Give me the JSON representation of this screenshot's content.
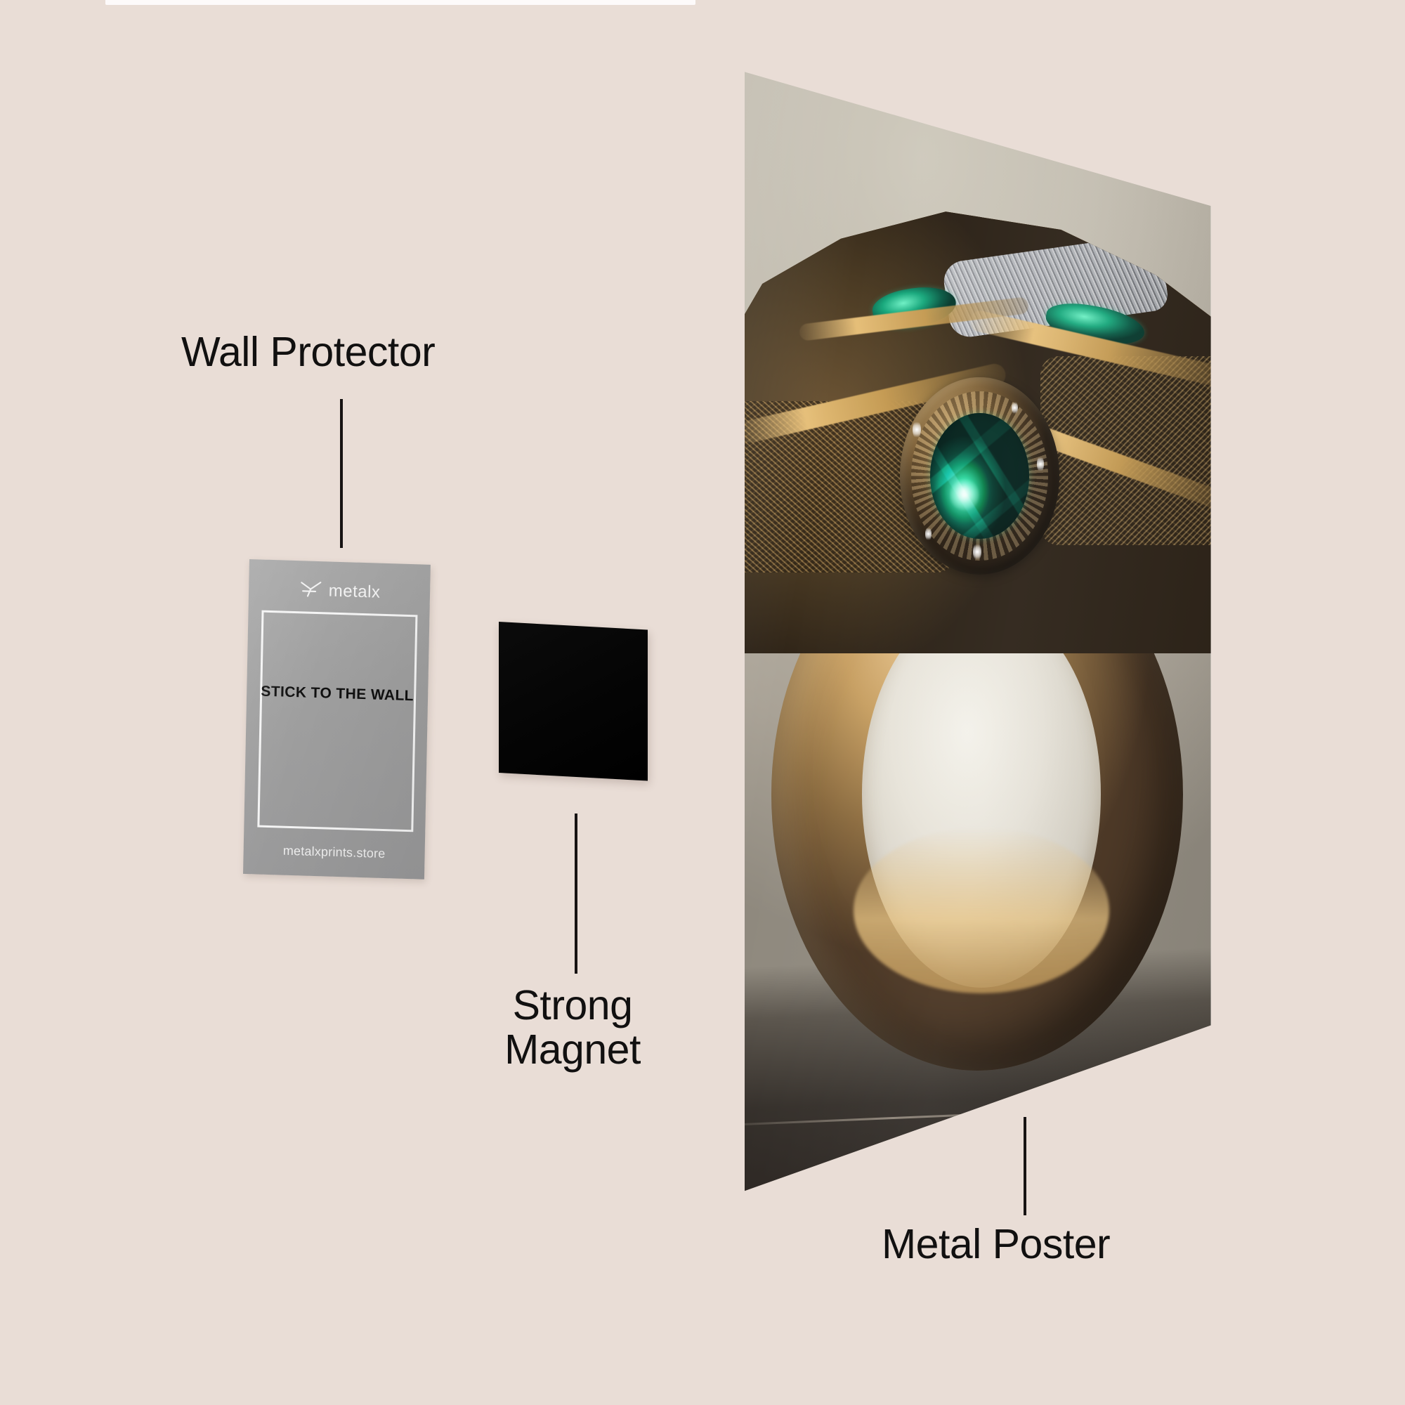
{
  "page": {
    "background_color": "#e9ddd6",
    "text_color": "#111010",
    "top_strip_color": "#fdfafa"
  },
  "labels": {
    "wall_protector": "Wall Protector",
    "strong_magnet": "Strong\nMagnet",
    "metal_poster": "Metal Poster"
  },
  "wall_protector_card": {
    "brand_icon": "metalx-cross-icon",
    "brand_name": "metalx",
    "center_text": "STICK TO THE WALL",
    "footer_text": "metalxprints.store",
    "card_color": "#9e9e9e",
    "frame_color": "#f4f4f4",
    "brand_text_color": "#f2f2f2",
    "center_text_color": "#101010",
    "footer_text_color": "#eeeeee"
  },
  "magnet": {
    "name": "strong-magnet-square",
    "color": "#000000"
  },
  "metal_poster": {
    "name": "metal-poster-panel",
    "artwork_subject": "gold ring with emerald gemstone",
    "gem_color": "#10a883",
    "gold_color": "#c79f62",
    "backdrop_color": "#bfb9ac"
  },
  "leader_lines": {
    "color": "#171313",
    "items": [
      "wall-protector-leader",
      "magnet-leader",
      "metal-poster-leader"
    ]
  }
}
